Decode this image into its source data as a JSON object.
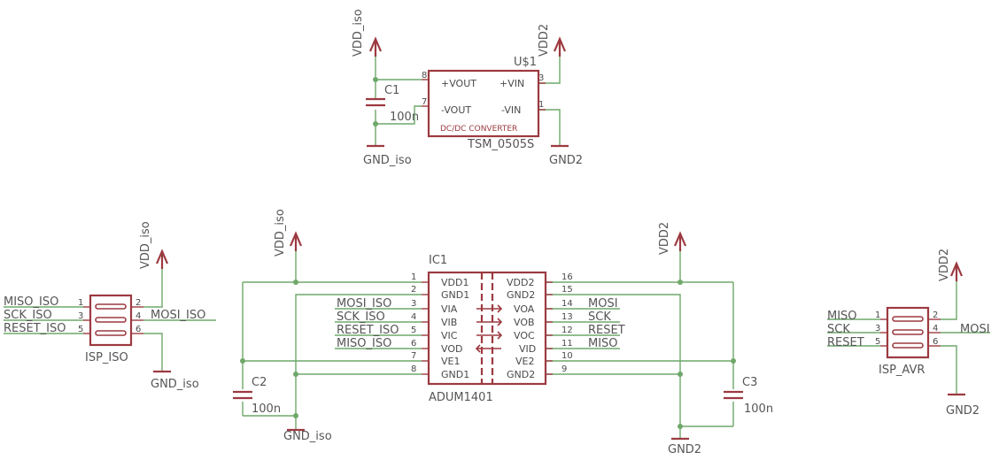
{
  "converter": {
    "ref": "U$1",
    "value": "TSM_0505S",
    "desc": "DC/DC CONVERTER",
    "pins": [
      {
        "num": "8",
        "name": "+VOUT"
      },
      {
        "num": "7",
        "name": "-VOUT"
      },
      {
        "num": "3",
        "name": "+VIN"
      },
      {
        "num": "1",
        "name": "-VIN"
      }
    ]
  },
  "c1": {
    "ref": "C1",
    "value": "100n"
  },
  "c2": {
    "ref": "C2",
    "value": "100n"
  },
  "c3": {
    "ref": "C3",
    "value": "100n"
  },
  "supplies": {
    "vdd_iso": "VDD_iso",
    "vdd2": "VDD2",
    "gnd_iso": "GND_iso",
    "gnd2": "GND2"
  },
  "ic1": {
    "ref": "IC1",
    "value": "ADUM1401",
    "left_pins": [
      {
        "num": "1",
        "name": "VDD1"
      },
      {
        "num": "2",
        "name": "GND1"
      },
      {
        "num": "3",
        "name": "VIA"
      },
      {
        "num": "4",
        "name": "VIB"
      },
      {
        "num": "5",
        "name": "VIC"
      },
      {
        "num": "6",
        "name": "VOD"
      },
      {
        "num": "7",
        "name": "VE1"
      },
      {
        "num": "8",
        "name": "GND1"
      }
    ],
    "right_pins": [
      {
        "num": "16",
        "name": "VDD2"
      },
      {
        "num": "15",
        "name": "GND2"
      },
      {
        "num": "14",
        "name": "VOA"
      },
      {
        "num": "13",
        "name": "VOB"
      },
      {
        "num": "12",
        "name": "VOC"
      },
      {
        "num": "11",
        "name": "VID"
      },
      {
        "num": "10",
        "name": "VE2"
      },
      {
        "num": "9",
        "name": "GND2"
      }
    ],
    "left_nets": [
      "MOSI_ISO",
      "SCK_ISO",
      "RESET_ISO",
      "MISO_ISO"
    ],
    "right_nets": [
      "MOSI",
      "SCK",
      "RESET",
      "MISO"
    ]
  },
  "isp_iso": {
    "ref": "ISP_ISO",
    "left_nets": [
      "MISO_ISO",
      "SCK_ISO",
      "RESET_ISO"
    ],
    "left_pins": [
      "1",
      "3",
      "5"
    ],
    "right_pins": [
      "2",
      "4",
      "6"
    ],
    "right_net": "MOSI_ISO"
  },
  "isp_avr": {
    "ref": "ISP_AVR",
    "left_nets": [
      "MISO",
      "SCK",
      "RESET"
    ],
    "left_pins": [
      "1",
      "3",
      "5"
    ],
    "right_pins": [
      "2",
      "4",
      "6"
    ],
    "right_net": "MOSI"
  }
}
